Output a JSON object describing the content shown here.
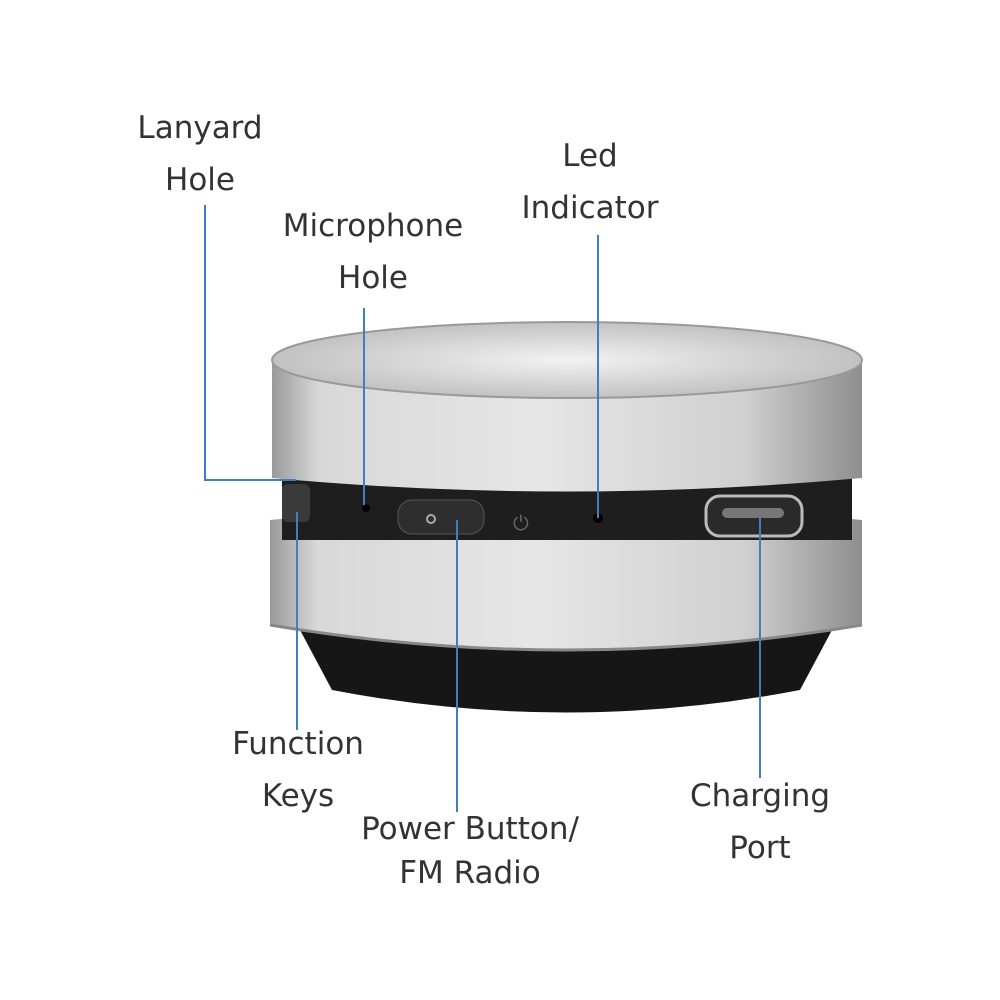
{
  "colors": {
    "leader_line": "#3f7fbf",
    "text": "#333333",
    "silver": "#d4d4d4",
    "band": "#1e1e1e"
  },
  "labels": {
    "lanyard_hole": [
      "Lanyard",
      "Hole"
    ],
    "microphone_hole": [
      "Microphone",
      "Hole"
    ],
    "led_indicator": [
      "Led",
      "Indicator"
    ],
    "function_keys": [
      "Function",
      "Keys"
    ],
    "power_button": [
      "Power Button/",
      "FM Radio"
    ],
    "charging_port": [
      "Charging",
      "Port"
    ]
  }
}
